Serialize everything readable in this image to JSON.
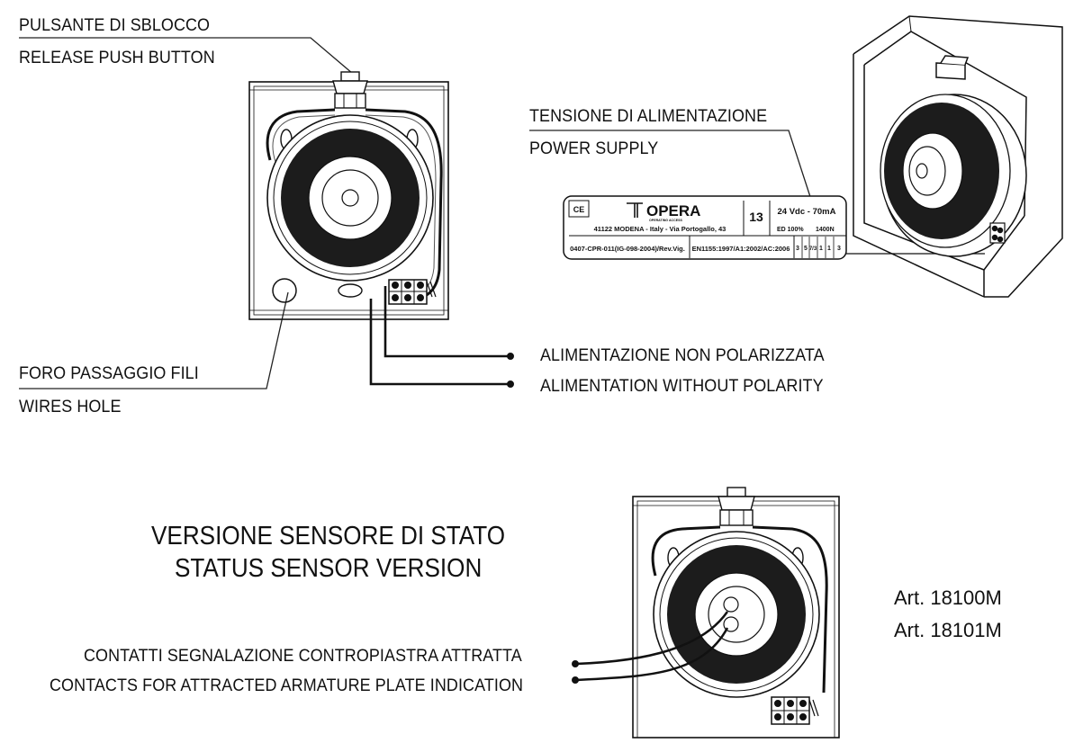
{
  "labels": {
    "release_it": "PULSANTE DI SBLOCCO",
    "release_en": "RELEASE PUSH BUTTON",
    "power_it": "TENSIONE DI ALIMENTAZIONE",
    "power_en": "POWER SUPPLY",
    "wires_it": "FORO PASSAGGIO FILI",
    "wires_en": "WIRES HOLE",
    "alim_it": "ALIMENTAZIONE NON POLARIZZATA",
    "alim_en": "ALIMENTATION WITHOUT POLARITY",
    "contacts_it": "CONTATTI SEGNALAZIONE CONTROPIASTRA ATTRATTA",
    "contacts_en": "CONTACTS FOR ATTRACTED ARMATURE PLATE INDICATION"
  },
  "title": {
    "line1": "VERSIONE SENSORE DI STATO",
    "line2": "STATUS SENSOR VERSION"
  },
  "articles": [
    "Art. 18100M",
    "Art. 18101M"
  ],
  "nameplate": {
    "ce": "CE",
    "brand": "OPERA",
    "brand_sub": "OPERATING ACCESS",
    "address": "41122 MODENA - Italy - Via Portogallo, 43",
    "number": "13",
    "voltage": "24 Vdc - 70mA",
    "ed": "ED 100%",
    "force": "1400N",
    "cert": "0407-CPR-011(IG-098-2004)/Rev.Vig.",
    "standard": "EN1155:1997/A1:2002/AC:2006",
    "codes": [
      "3",
      "5",
      "7/3",
      "1",
      "1",
      "3"
    ]
  }
}
